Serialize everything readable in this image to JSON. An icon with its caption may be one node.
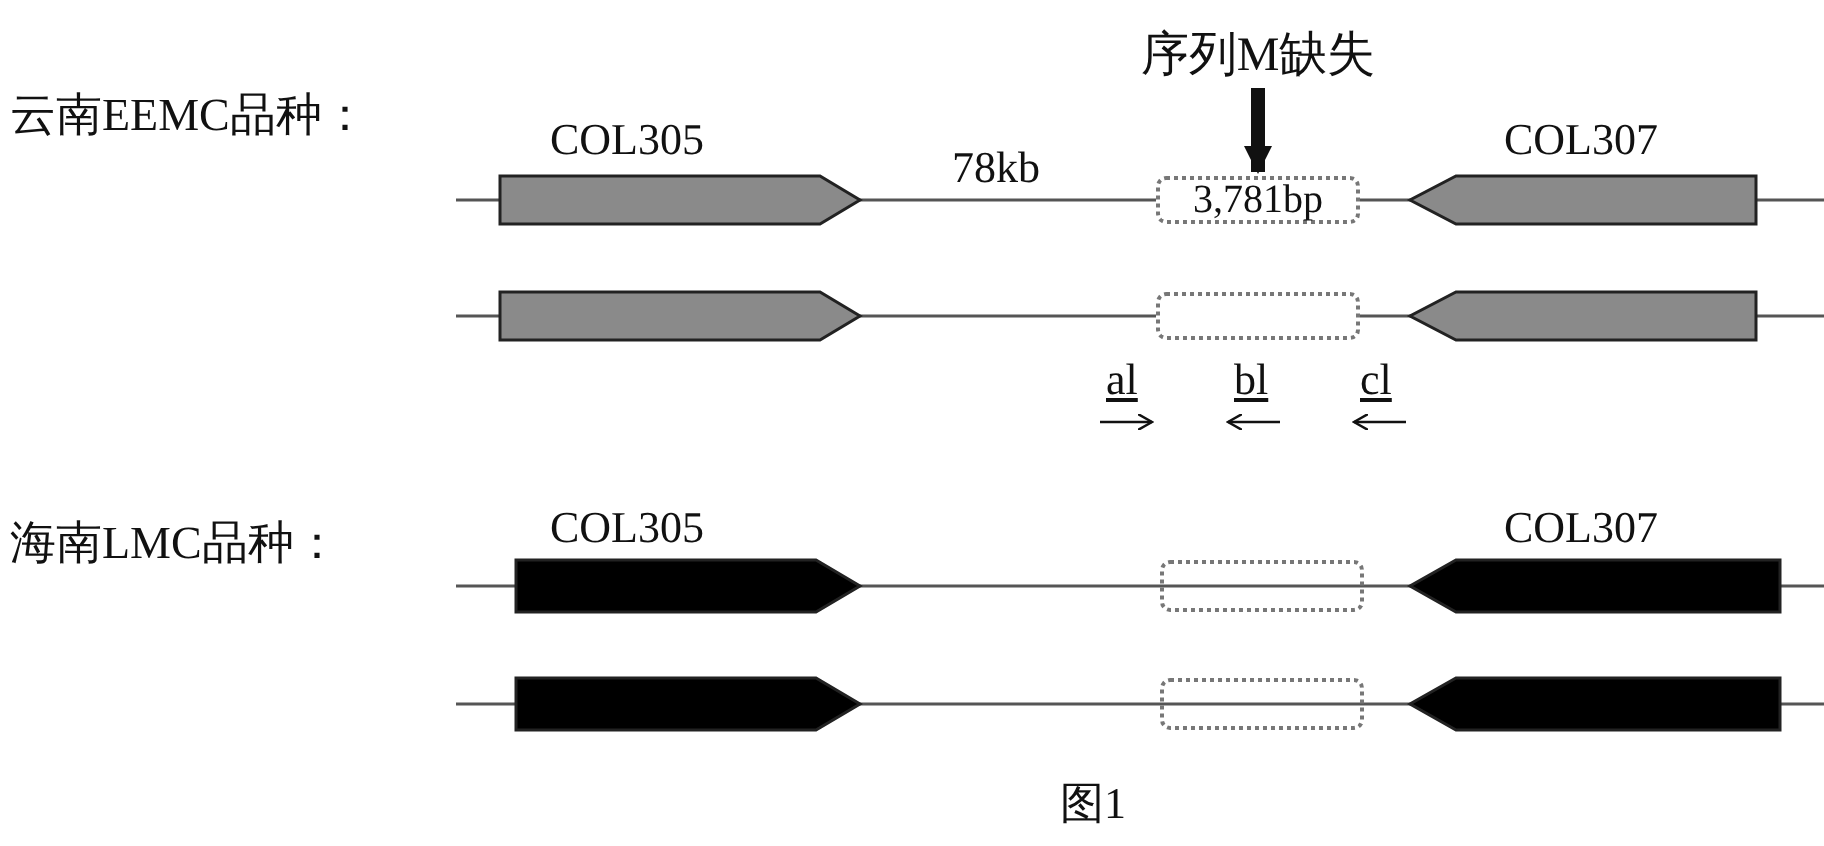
{
  "diagram": {
    "caption": "图1",
    "nodes": [
      {
        "text": [
          "序列M缺失"
        ]
      },
      {
        "text": [
          "3,781bp"
        ]
      },
      {
        "text": [],
        "shape": "box"
      },
      {
        "text": [],
        "shape": "box"
      },
      {
        "text": [],
        "shape": "box"
      }
    ],
    "edges": [
      {
        "from": 0,
        "to": 1,
        "arrow": "to"
      }
    ],
    "labels": [
      "云南EEMC品种：",
      "COL305",
      "78kb",
      "COL307",
      "al",
      "bl",
      "cl",
      "海南LMC品种：",
      "COL305",
      "COL307"
    ]
  }
}
